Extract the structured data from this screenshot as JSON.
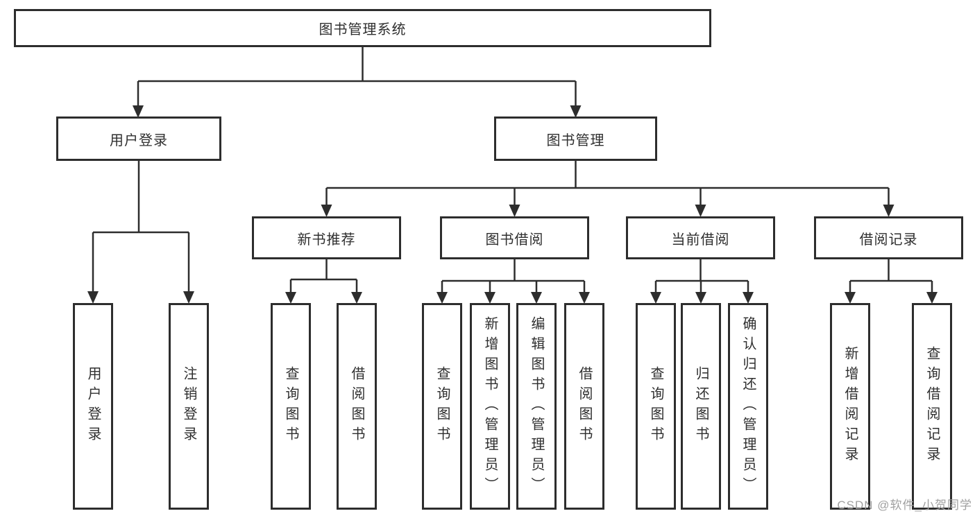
{
  "colors": {
    "background": "#ffffff",
    "line": "#2d2d2d",
    "box_border": "#2d2d2d",
    "box_fill": "#ffffff",
    "text": "#2f2f2f",
    "watermark": "#a0a0a0"
  },
  "diagram": {
    "title": "图书管理系统",
    "nodes": {
      "root": {
        "label": "图书管理系统"
      },
      "user_login": {
        "label": "用户登录"
      },
      "book_management": {
        "label": "图书管理"
      },
      "new_book_recommend": {
        "label": "新书推荐"
      },
      "book_borrowing": {
        "label": "图书借阅"
      },
      "current_borrowing": {
        "label": "当前借阅"
      },
      "borrowing_records": {
        "label": "借阅记录"
      },
      "user_login_leaf": {
        "label": "用户登录"
      },
      "logout_leaf": {
        "label": "注销登录"
      },
      "recommend_query_books": {
        "label": "查询图书"
      },
      "recommend_borrow_books": {
        "label": "借阅图书"
      },
      "borrowing_query_books": {
        "label": "查询图书"
      },
      "borrowing_add_books": {
        "label": "新增图书（管理员）"
      },
      "borrowing_edit_books": {
        "label": "编辑图书（管理员）"
      },
      "borrowing_borrow_books": {
        "label": "借阅图书"
      },
      "current_query_books": {
        "label": "查询图书"
      },
      "current_return_books": {
        "label": "归还图书"
      },
      "current_confirm_return": {
        "label": "确认归还（管理员）"
      },
      "records_add_record": {
        "label": "新增借阅记录"
      },
      "records_query_record": {
        "label": "查询借阅记录"
      }
    }
  },
  "watermark": {
    "text": "CSDN @软件_小贺同学"
  }
}
